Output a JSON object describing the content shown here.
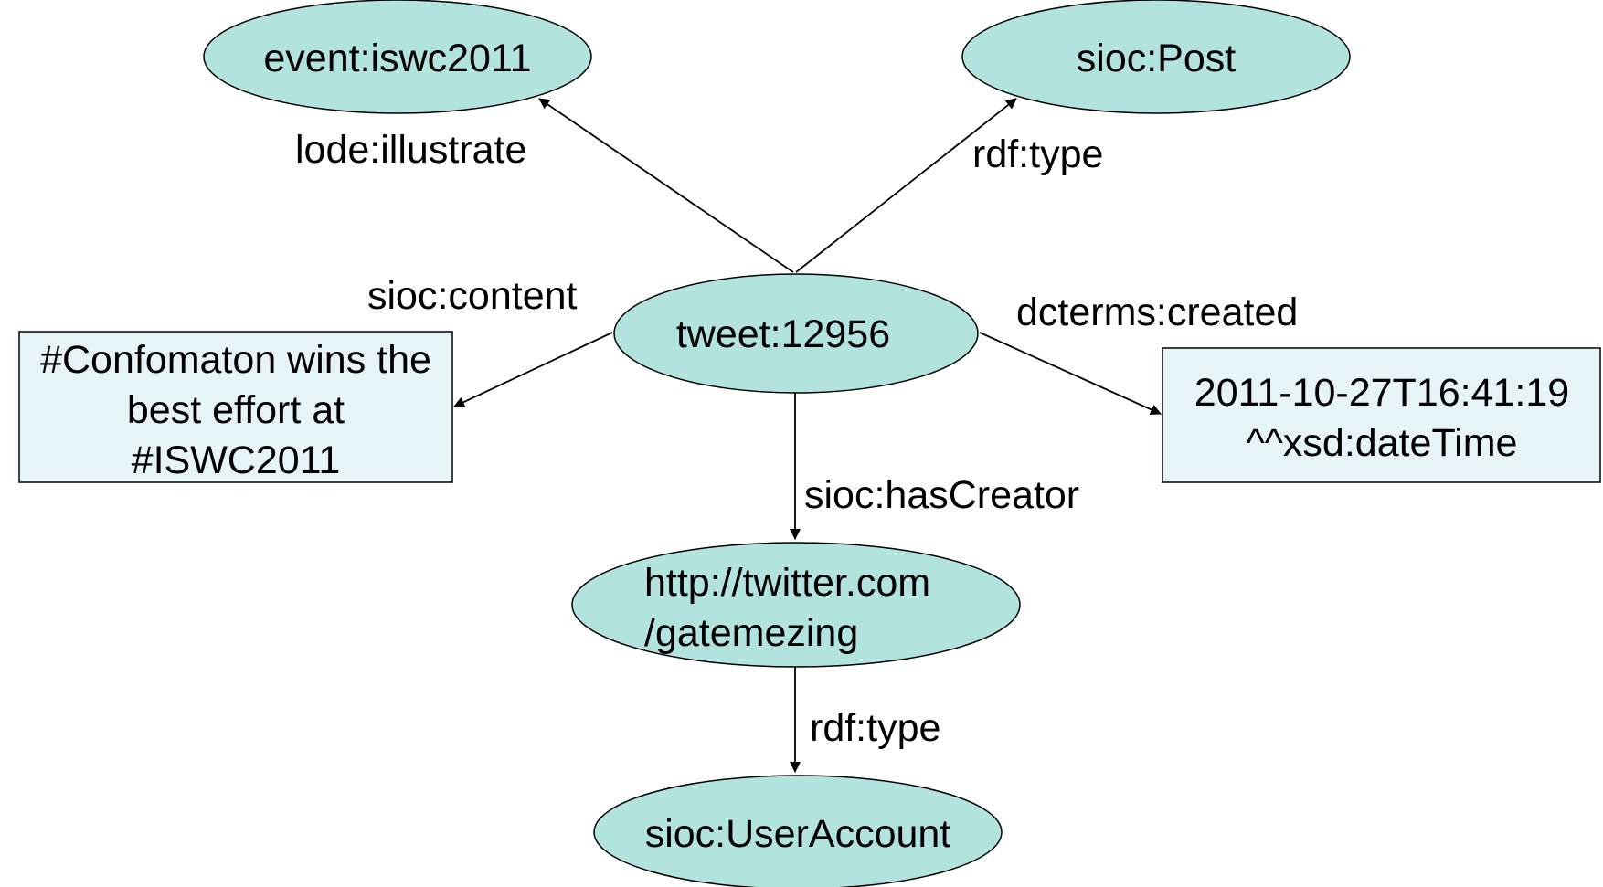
{
  "colors": {
    "resource_node_fill": "#b2e3de",
    "literal_node_fill": "#e6f4f8",
    "stroke": "#000000"
  },
  "nodes": {
    "event": {
      "label": "event:iswc2011"
    },
    "post": {
      "label": "sioc:Post"
    },
    "tweet": {
      "label": "tweet:12956"
    },
    "content_literal": {
      "lines": [
        "#Confomaton wins the",
        "best effort at",
        "#ISWC2011"
      ]
    },
    "date_literal": {
      "lines": [
        "2011-10-27T16:41:19",
        "^^xsd:dateTime"
      ]
    },
    "user": {
      "lines": [
        "http://twitter.com",
        "/gatemezing"
      ]
    },
    "user_account": {
      "label": "sioc:UserAccount"
    }
  },
  "edges": {
    "illustrate": {
      "label": "lode:illustrate"
    },
    "tweet_type": {
      "label": "rdf:type"
    },
    "content": {
      "label": "sioc:content"
    },
    "created": {
      "label": "dcterms:created"
    },
    "has_creator": {
      "label": "sioc:hasCreator"
    },
    "user_type": {
      "label": "rdf:type"
    }
  }
}
